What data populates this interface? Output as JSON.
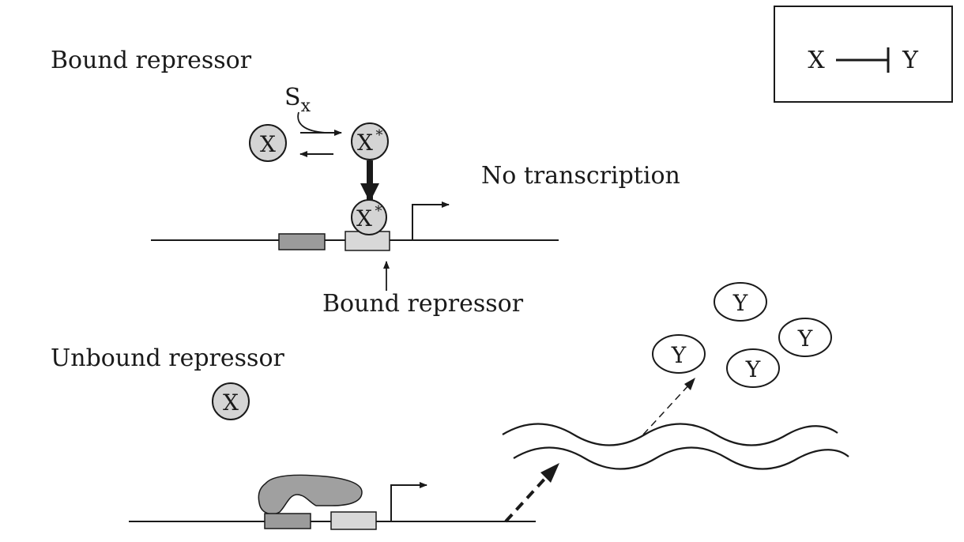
{
  "legend": {
    "left": "X",
    "right": "Y",
    "relation": "inhibits"
  },
  "top_panel": {
    "heading": "Bound repressor",
    "signal_label": "S",
    "signal_subscript": "x",
    "repressor": "X",
    "active_repressor": "X",
    "active_mark": "*",
    "status": "No transcription",
    "site_label": "Bound repressor"
  },
  "bottom_panel": {
    "heading": "Unbound repressor",
    "repressor": "X",
    "products": [
      "Y",
      "Y",
      "Y",
      "Y"
    ]
  },
  "colors": {
    "ink": "#1a1a1a",
    "molecule_fill": "#d4d4d4",
    "dark_box": "#9b9b9b",
    "light_box": "#d8d8d8",
    "polymerase": "#a0a0a0"
  }
}
